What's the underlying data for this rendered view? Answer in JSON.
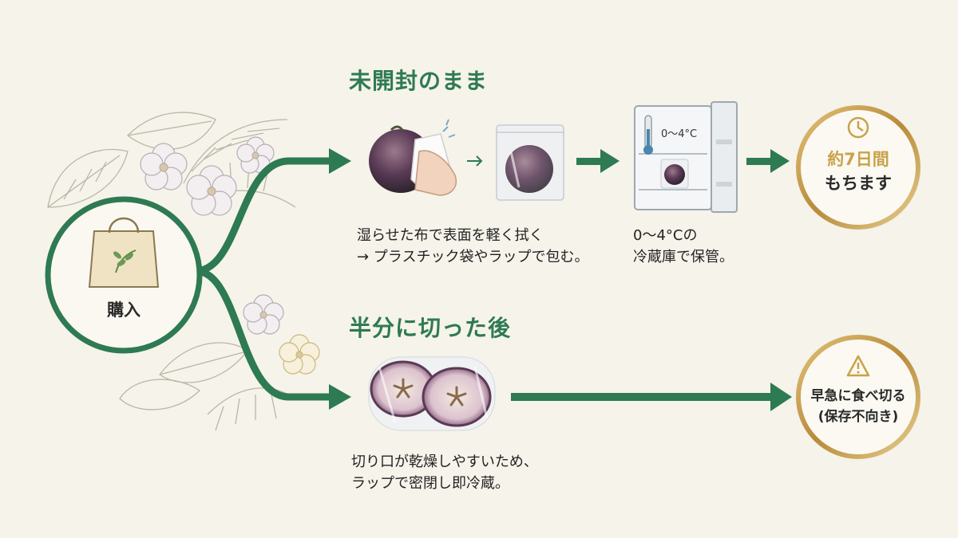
{
  "start": {
    "label": "購入",
    "icon": "shopping-bag-icon"
  },
  "unopened": {
    "heading": "未開封のまま",
    "step1_caption": [
      "湿らせた布で表面を軽く拭く",
      "→ プラスチック袋やラップで包む。"
    ],
    "fridge_temp": "0〜4°C",
    "step2_caption": [
      "0〜4°Cの",
      "冷蔵庫で保管。"
    ],
    "result_line1": "約7日間",
    "result_line2": "もちます",
    "result_icon": "clock-icon"
  },
  "cut": {
    "heading": "半分に切った後",
    "caption": [
      "切り口が乾燥しやすいため、",
      "ラップで密閉し即冷蔵。"
    ],
    "result_line1": "早急に食べ切る",
    "result_line2": "(保存不向き)",
    "result_icon": "warning-icon"
  },
  "colors": {
    "green": "#2e7a52",
    "gold": "#c9a24a",
    "fruit": "#6a3f63"
  }
}
